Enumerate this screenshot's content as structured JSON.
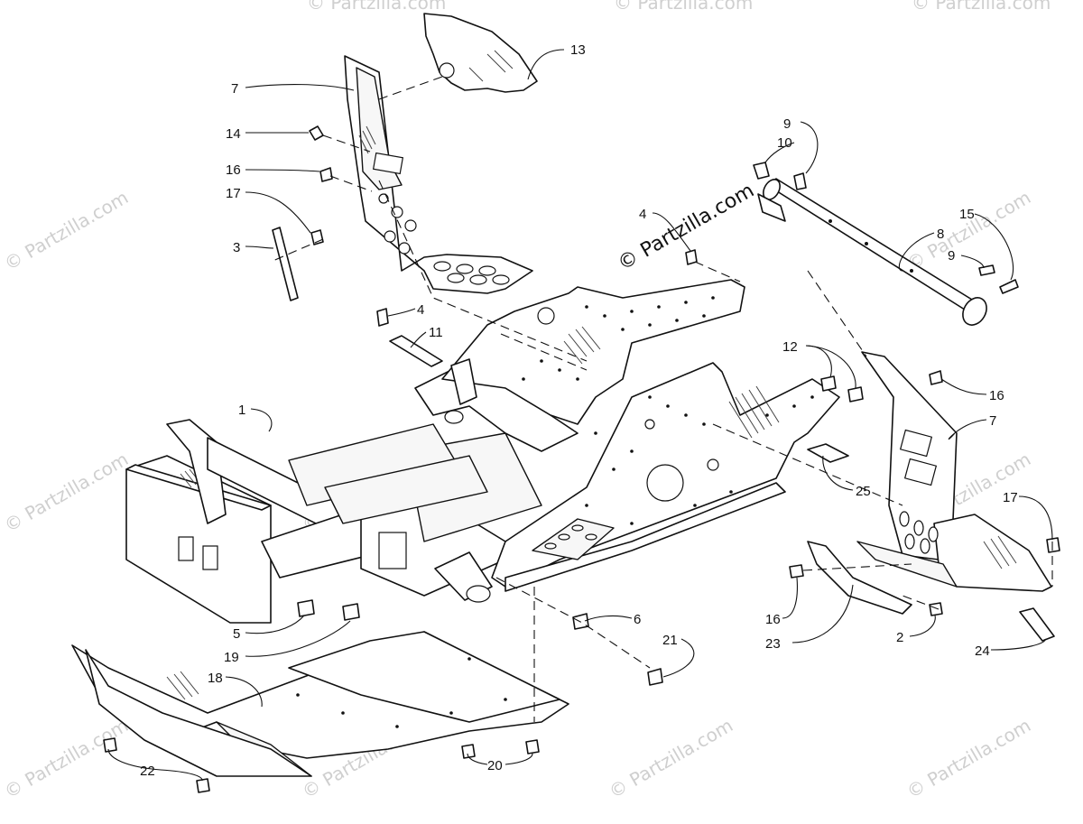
{
  "diagram": {
    "watermark": "© Partzilla.com",
    "watermark_main": "© Partzilla.com",
    "callouts": {
      "c1": "1",
      "c2": "2",
      "c3": "3",
      "c4a": "4",
      "c4b": "4",
      "c5": "5",
      "c6": "6",
      "c7a": "7",
      "c7b": "7",
      "c8": "8",
      "c9a": "9",
      "c9b": "9",
      "c10": "10",
      "c11": "11",
      "c12": "12",
      "c13": "13",
      "c14": "14",
      "c15": "15",
      "c16a": "16",
      "c16b": "16",
      "c16c": "16",
      "c17a": "17",
      "c17b": "17",
      "c18": "18",
      "c19": "19",
      "c20": "20",
      "c21": "21",
      "c22": "22",
      "c23": "23",
      "c24": "24",
      "c25": "25"
    }
  }
}
